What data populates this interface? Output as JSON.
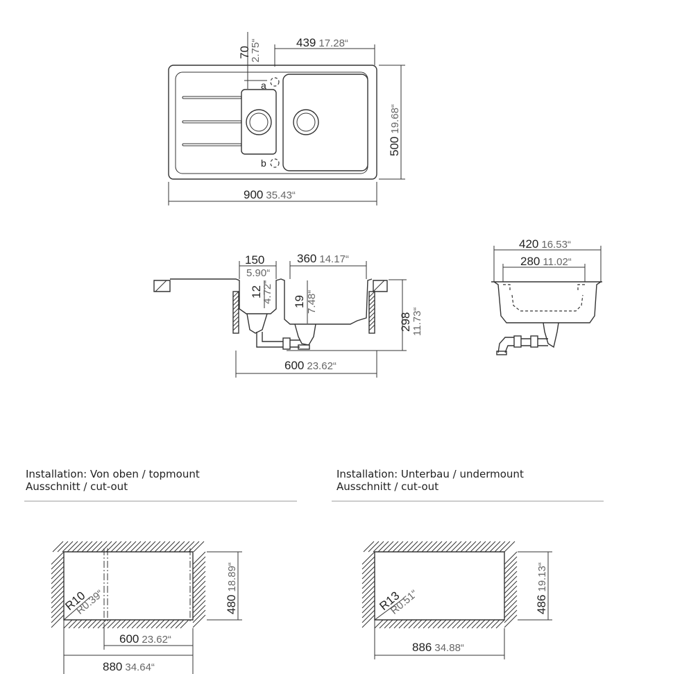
{
  "top_view": {
    "dim_width": {
      "mm": "900",
      "inch": "35.43“"
    },
    "dim_depth": {
      "mm": "500",
      "inch": "19.68“"
    },
    "dim_bowl_offset": {
      "mm": "439",
      "inch": "17.28“"
    },
    "dim_tap_offset": {
      "mm": "70",
      "inch": "2.75“"
    },
    "hole_a": "a",
    "hole_b": "b"
  },
  "section_view": {
    "dim_small_bowl_width": {
      "mm": "150",
      "inch": "5.90“"
    },
    "dim_main_bowl_width": {
      "mm": "360",
      "inch": "14.17“"
    },
    "dim_small_bowl_depth": {
      "mm": "12",
      "inch": "4.72“"
    },
    "dim_main_bowl_depth": {
      "mm": "19",
      "inch": "7.48“"
    },
    "dim_total_height": {
      "mm": "298",
      "inch": "11.73“"
    },
    "dim_cabinet": {
      "mm": "600",
      "inch": "23.62“"
    }
  },
  "end_view": {
    "dim_outer": {
      "mm": "420",
      "inch": "16.53“"
    },
    "dim_inner": {
      "mm": "280",
      "inch": "11.02“"
    }
  },
  "topmount": {
    "heading_line1": "Installation: Von oben / topmount",
    "heading_line2": "Ausschnitt / cut-out",
    "dim_height": {
      "mm": "480",
      "inch": "18.89“"
    },
    "dim_inner_width": {
      "mm": "600",
      "inch": "23.62“"
    },
    "dim_width": {
      "mm": "880",
      "inch": "34.64“"
    },
    "radius": {
      "mm": "R10",
      "inch": "R0.39“"
    }
  },
  "undermount": {
    "heading_line1": "Installation: Unterbau / undermount",
    "heading_line2": "Ausschnitt / cut-out",
    "dim_height": {
      "mm": "486",
      "inch": "19.13“"
    },
    "dim_width": {
      "mm": "886",
      "inch": "34.88“"
    },
    "radius": {
      "mm": "R13",
      "inch": "R0.51“"
    }
  }
}
